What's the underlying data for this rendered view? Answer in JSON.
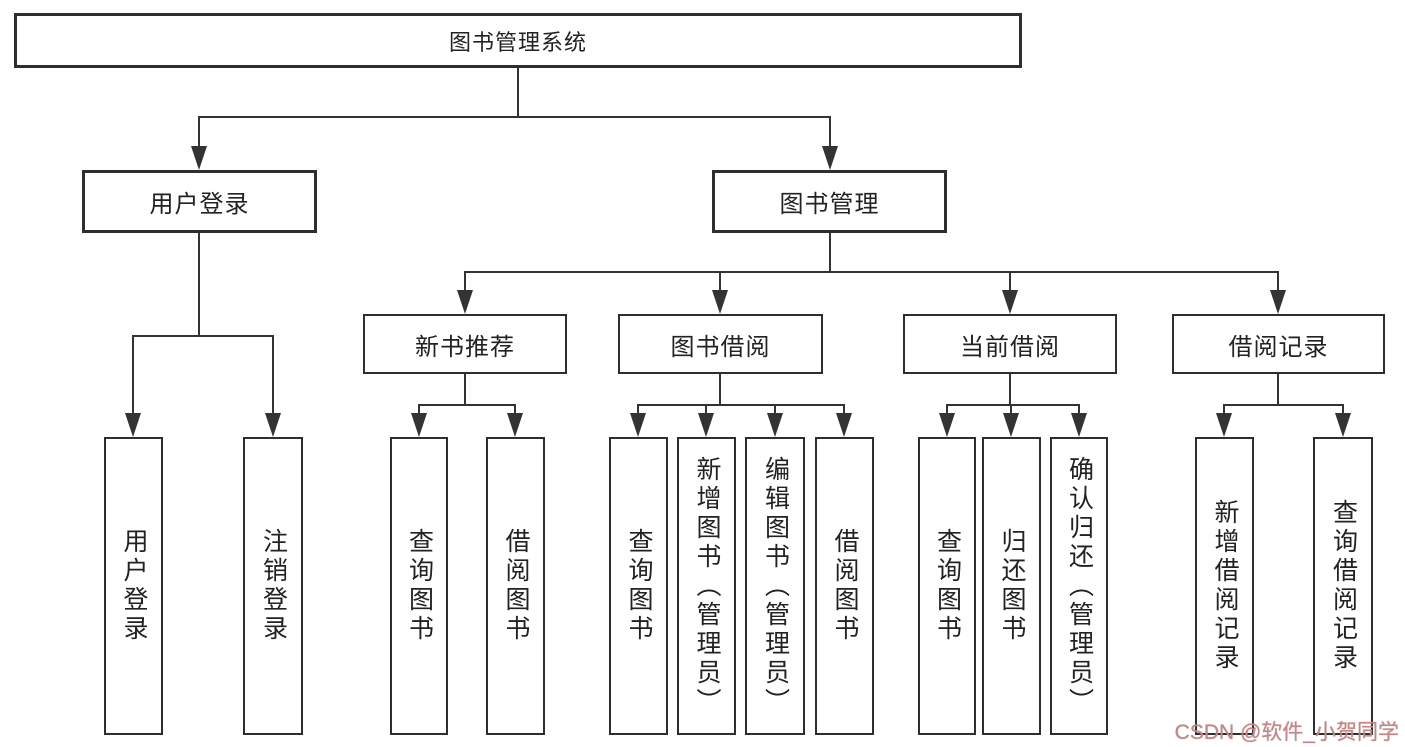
{
  "diagram": {
    "root_label": "图书管理系统",
    "level2": [
      {
        "label": "用户登录"
      },
      {
        "label": "图书管理"
      }
    ],
    "level3": [
      {
        "label": "新书推荐"
      },
      {
        "label": "图书借阅"
      },
      {
        "label": "当前借阅"
      },
      {
        "label": "借阅记录"
      }
    ],
    "leaves": {
      "user_login": [
        "用户登录",
        "注销登录"
      ],
      "new_book_recommend": [
        "查询图书",
        "借阅图书"
      ],
      "book_borrow": [
        "查询图书",
        "新增图书（管理员）",
        "编辑图书（管理员）",
        "借阅图书"
      ],
      "current_borrow": [
        "查询图书",
        "归还图书",
        "确认归还（管理员）"
      ],
      "borrow_records": [
        "新增借阅记录",
        "查询借阅记录"
      ]
    }
  },
  "watermark": {
    "text": "CSDN @软件_小贺同学",
    "color": "#c98585"
  },
  "colors": {
    "line": "#333333",
    "box_border": "#2e2e2e",
    "text": "#222222",
    "background": "#ffffff"
  }
}
